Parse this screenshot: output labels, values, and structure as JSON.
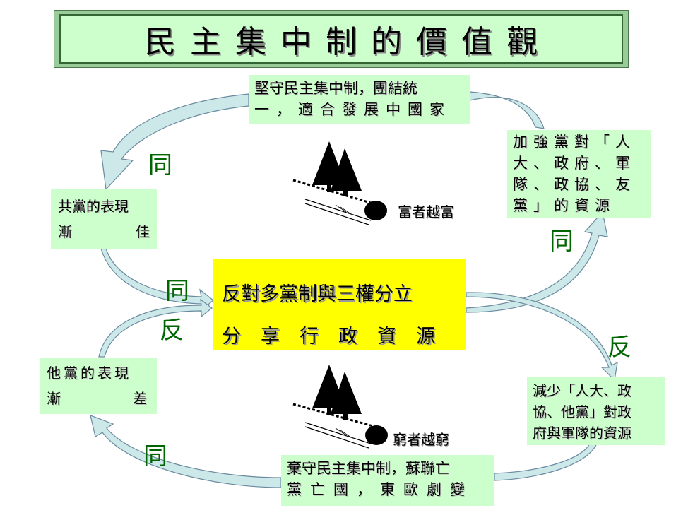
{
  "title": "民主集中制的價值觀",
  "top_box": {
    "line1": "堅守民主集中制，團結統",
    "line2": "一，適合發展中國家"
  },
  "right_top_box": {
    "lines": [
      "加強黨對「人",
      "大、政府、軍",
      "隊、政協、友",
      "黨」的資源"
    ]
  },
  "left_top_box": {
    "line1": "共黨的表現",
    "line2a": "漸",
    "line2b": "佳"
  },
  "left_bottom_box": {
    "line1": "他黨的表現",
    "line2a": "漸",
    "line2b": "差"
  },
  "right_bottom_box": {
    "lines": [
      "減少「人大、政",
      "協、他黨」對政",
      "府與軍隊的資源"
    ]
  },
  "bottom_box": {
    "line1": "棄守民主集中制，蘇聯亡",
    "line2": "黨亡國，東歐劇變"
  },
  "center_box": {
    "line1": "反對多黨制與三權分立",
    "line2": "分享行政資源"
  },
  "labels": {
    "tong": "同",
    "fan": "反",
    "rich": "富者越富",
    "poor": "窮者越窮"
  },
  "colors": {
    "box_fill": "#ccffcc",
    "center_fill": "#ffff00",
    "mark_text": "#006600",
    "arrow_fill": "#cce8e8"
  }
}
